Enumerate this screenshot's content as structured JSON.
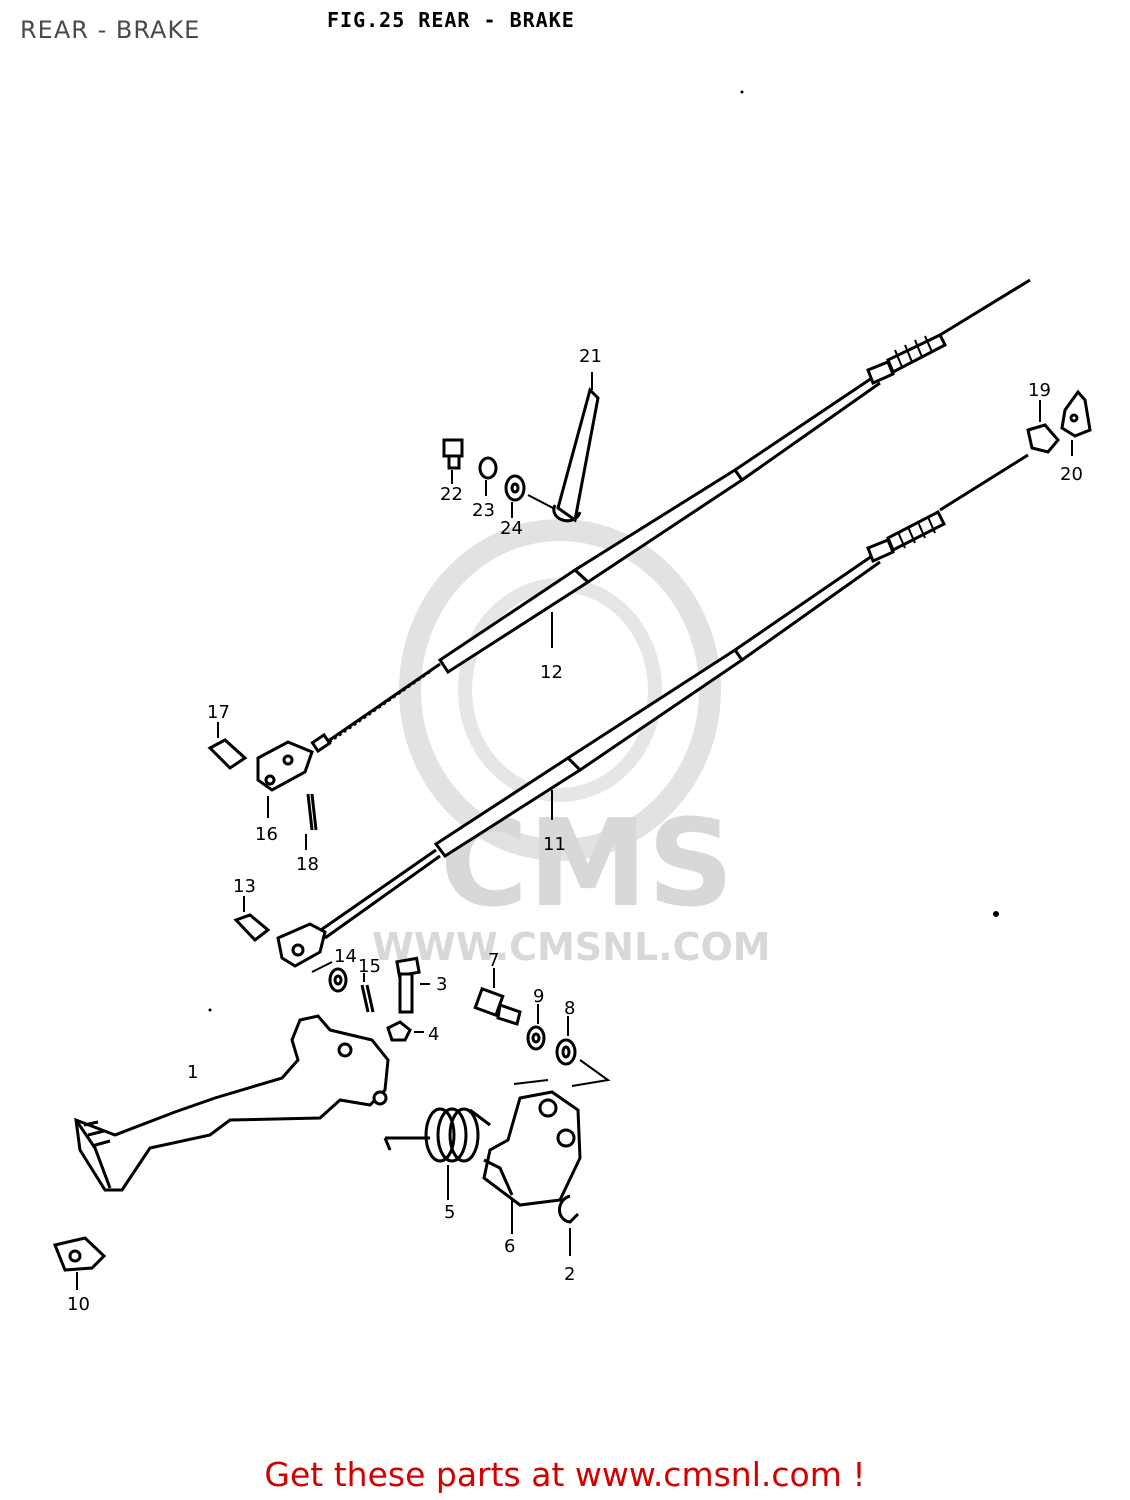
{
  "header": {
    "page_title": "REAR - BRAKE",
    "figure_title": "FIG.25  REAR - BRAKE"
  },
  "watermark": {
    "brand": "CMS",
    "url": "WWW.CMSNL.COM"
  },
  "callouts": {
    "c1": "1",
    "c2": "2",
    "c3": "3",
    "c4": "4",
    "c5": "5",
    "c6": "6",
    "c7": "7",
    "c8": "8",
    "c9": "9",
    "c10": "10",
    "c11": "11",
    "c12": "12",
    "c13": "13",
    "c14": "14",
    "c15": "15",
    "c16": "16",
    "c17": "17",
    "c18": "18",
    "c19": "19",
    "c20": "20",
    "c21": "21",
    "c22": "22",
    "c23": "23",
    "c24": "24"
  },
  "footer": {
    "link_text": "Get these parts at www.cmsnl.com !"
  },
  "colors": {
    "footer_red": "#d40000",
    "watermark_grey": "#d8d8d8"
  }
}
